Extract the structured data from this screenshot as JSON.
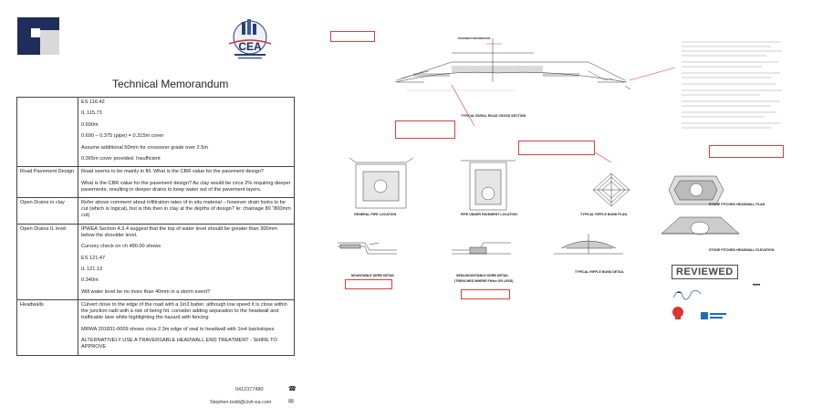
{
  "memo": {
    "title": "Technical Memorandum",
    "rows": [
      {
        "label": "",
        "lines": [
          "ES 116.42",
          "IL 115.73",
          "0.690m",
          "0.690 – 0.375 (pipe) = 0.315m cover",
          "Assume additional 50mm for crossover grade over 2.5m",
          "0.365m cover provided.  Insufficient"
        ]
      },
      {
        "label": "Road Pavement Design",
        "lines": [
          "Road seems to be mainly in fill.  What is the CBR value for the pavement design?",
          "What is the CBR value for the pavement design? As clay would be circa 2% requiring deeper pavements, resulting in deeper drains to keep water out of the pavement layers."
        ]
      },
      {
        "label": "Open Drains in clay",
        "lines": [
          "Refer above comment about infiltration rates of in situ material – however drain looks to be cut (which is logical), but is this then in clay at the depths of design? Ie: chainage 80 “800mm cut)"
        ]
      },
      {
        "label": "Open Drains IL level",
        "lines": [
          "IPWEA Section 4.3.4 suggest that the top of water level should be greater than 300mm below the shoulder level.",
          "Cursory check on ch 480.00 shows",
          "ES 121.47",
          "IL 121.13",
          "0.340m",
          "Will water level be no more than 40mm in a storm event?"
        ]
      },
      {
        "label": "Headwalls",
        "lines": [
          "Culvert close to the edge of the road with a 1in3 batter. although low speed it is close within the junction radii with a risk of being hit. consider adding separation to the headwall and trafficable lane while highlighting the hazard with fencing",
          "MRWA 201831-0009 shows circa 2.3m edge of seal to headwall with 1in4 backslopes",
          "ALTERNATIVELY USE A TRAVERSABLE HEADWALL END TREATMENT - SHIRE TO APPROVE"
        ]
      }
    ],
    "phone": "0412377480",
    "email": "Stephen.todd@civil-ea.com",
    "phone_icon": "phone-icon",
    "email_icon": "envelope-icon",
    "logo_text": "CEA"
  },
  "drawing": {
    "labels": {
      "rural_road": "TYPICAL RURAL ROAD CROSS SECTION",
      "pavement_info": "PAVEMENT INFORMATION",
      "general_pipe": "GENERAL PIPE LOCATION",
      "pipe_under": "PIPE UNDER PAVEMENT LOCATION",
      "riffle_plan": "TYPICAL RIFFLE BUND PLAN",
      "headwall_plan": "STONE PITCHED HEADWALL PLAN",
      "headwall_elev": "STONE PITCHED HEADWALL ELEVATION",
      "mountable_kerb": "MOUNTABLE KERB DETAIL",
      "semi_kerb": "SEMI-MOUNTABLE KERB DETAIL",
      "semi_kerb_sub": "(TRENCHED WHERE FH4m OR LESS)",
      "riffle_detail": "TYPICAL RIFFLE BUND DETAIL",
      "reviewed": "REVIEWED"
    },
    "accent": "#e23b3b"
  }
}
